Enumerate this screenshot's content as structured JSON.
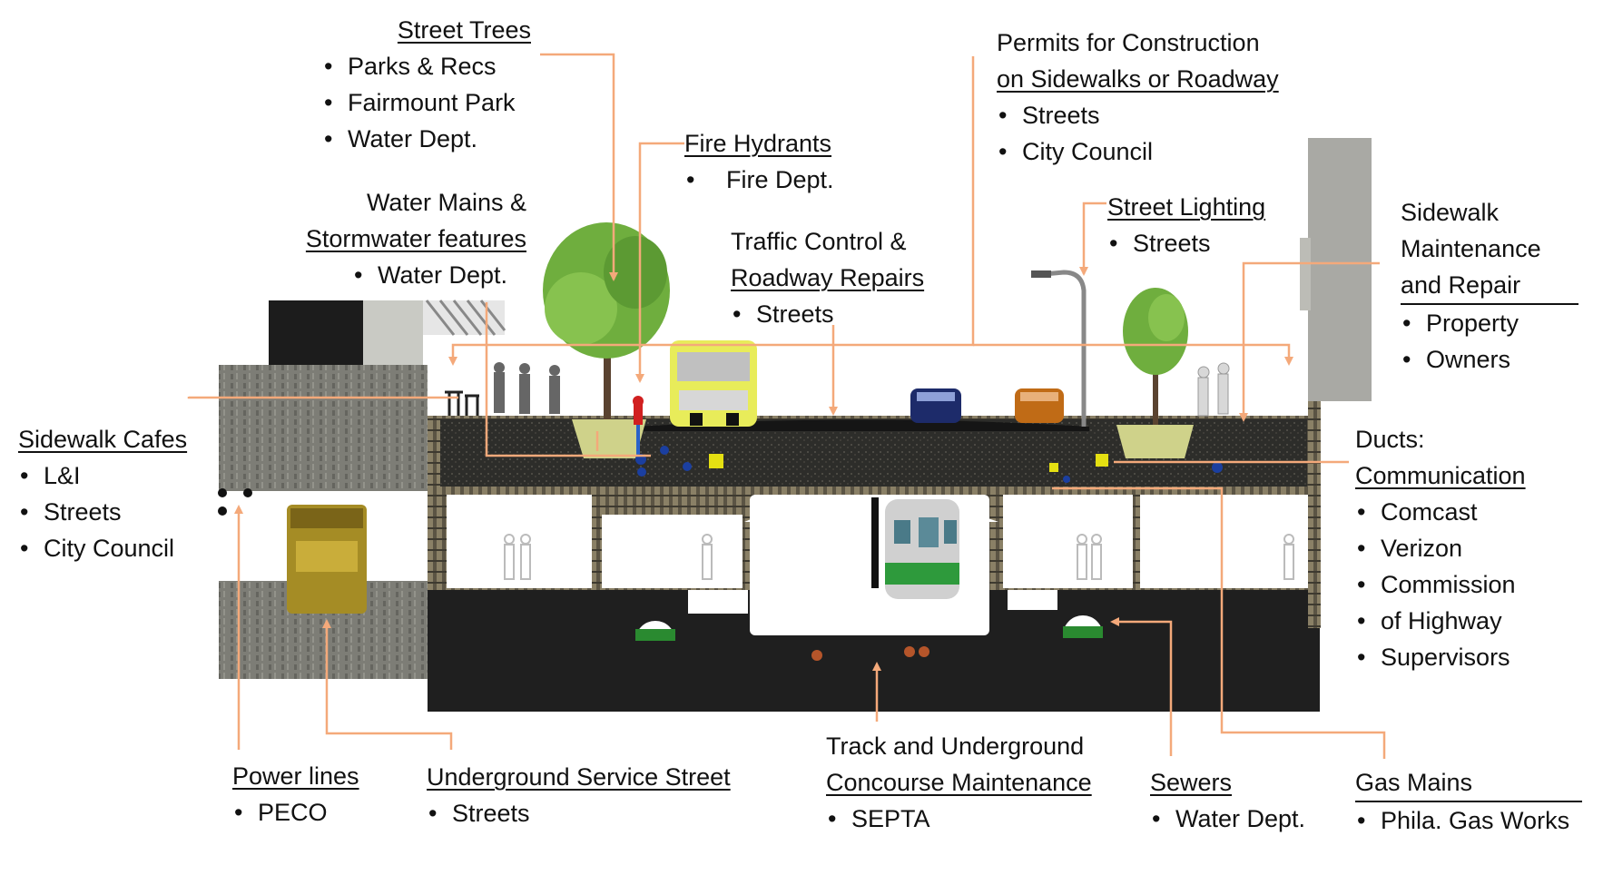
{
  "labels": {
    "street_trees": {
      "title": "Street Trees",
      "items": [
        "Parks & Recs",
        "Fairmount Park",
        "Water Dept."
      ]
    },
    "fire_hydrants": {
      "title": "Fire Hydrants",
      "items": [
        "Fire Dept."
      ]
    },
    "permits": {
      "title_line1": "Permits for Construction",
      "title_line2": "on Sidewalks or Roadway",
      "items": [
        "Streets",
        "City Council"
      ]
    },
    "water_mains": {
      "title_line1": "Water Mains &",
      "title_line2": "Stormwater features",
      "items": [
        "Water Dept."
      ]
    },
    "street_lighting": {
      "title": "Street Lighting",
      "items": [
        "Streets"
      ]
    },
    "sidewalk_maint": {
      "title_line1": "Sidewalk",
      "title_line2": "Maintenance",
      "title_line3": "and Repair",
      "items": [
        "Property",
        "Owners"
      ]
    },
    "traffic": {
      "title_line1": "Traffic Control &",
      "title_line2": "Roadway Repairs",
      "items": [
        "Streets"
      ]
    },
    "sidewalk_cafes": {
      "title": "Sidewalk Cafes",
      "items": [
        "L&I",
        "Streets",
        "City Council"
      ]
    },
    "ducts": {
      "title_line1": "Ducts:",
      "title_line2": "Communication",
      "items": [
        "Comcast",
        "Verizon",
        "Commission",
        "of Highway",
        "Supervisors"
      ]
    },
    "power_lines": {
      "title": "Power lines",
      "items": [
        "PECO"
      ]
    },
    "service_street": {
      "title": "Underground Service Street",
      "items": [
        "Streets"
      ]
    },
    "track": {
      "title_line1": "Track and Underground",
      "title_line2": "Concourse Maintenance",
      "items": [
        "SEPTA"
      ]
    },
    "sewers": {
      "title": "Sewers",
      "items": [
        "Water Dept."
      ]
    },
    "gas_mains": {
      "title": "Gas Mains",
      "items": [
        "Phila. Gas Works"
      ]
    }
  },
  "colors": {
    "leader_line": "#f4a97a",
    "soil": "#2b2b2b",
    "concrete": "#8c8c82",
    "tree": "#6fae3e",
    "bus": "#e8ec5a",
    "train_green": "#2e9a3c",
    "hydrant": "#d12020"
  }
}
